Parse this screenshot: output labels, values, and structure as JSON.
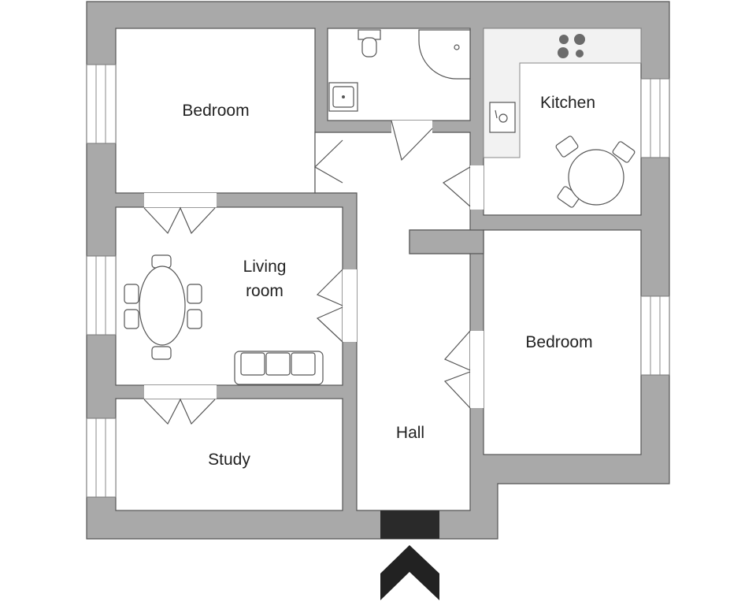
{
  "rooms": {
    "bedroom_nw": "Bedroom",
    "kitchen": "Kitchen",
    "living_line1": "Living",
    "living_line2": "room",
    "bedroom_e": "Bedroom",
    "hall": "Hall",
    "study": "Study"
  },
  "colors": {
    "wall": "#a9a9a9",
    "outline": "#555555",
    "floor": "#ffffff",
    "entrance": "#222222"
  }
}
